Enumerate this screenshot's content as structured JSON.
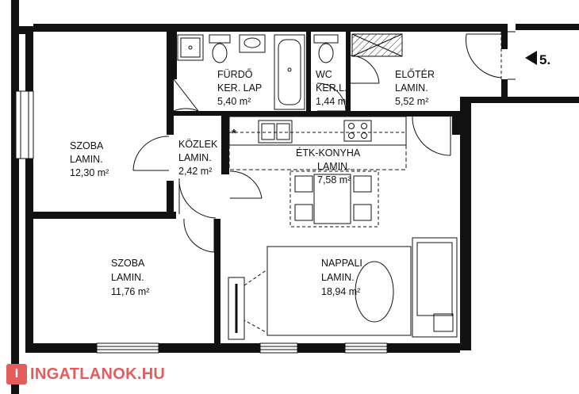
{
  "rooms": {
    "bedroom_1": {
      "name": "SZOBA",
      "floor": "LAMIN.",
      "area": "12,30 m²"
    },
    "bedroom_2": {
      "name": "SZOBA",
      "floor": "LAMIN.",
      "area": "11,76 m²"
    },
    "bathroom": {
      "name": "FÜRDŐ",
      "floor": "KER. LAP",
      "area": "5,40 m²"
    },
    "wc": {
      "name": "WC",
      "floor": "KER.L.",
      "area": "1,44 m²"
    },
    "entrance": {
      "name": "ELŐTÉR",
      "floor": "LAMIN.",
      "area": "5,52 m²"
    },
    "hallway": {
      "name": "KÖZLEK",
      "floor": "LAMIN.",
      "area": "2,42 m²"
    },
    "kitchen_dining": {
      "name": "ÉTK-KONYHA",
      "floor": "LAMIN.",
      "area": "7,58 m²"
    },
    "living_room": {
      "name": "NAPPALI",
      "floor": "LAMIN.",
      "area": "18,94 m²"
    }
  },
  "unit_number": "5.",
  "watermark": {
    "icon_letter": "I",
    "text": "INGATLANOK.HU"
  },
  "colors": {
    "wall": "#111111",
    "watermark": "#e35d5d"
  }
}
